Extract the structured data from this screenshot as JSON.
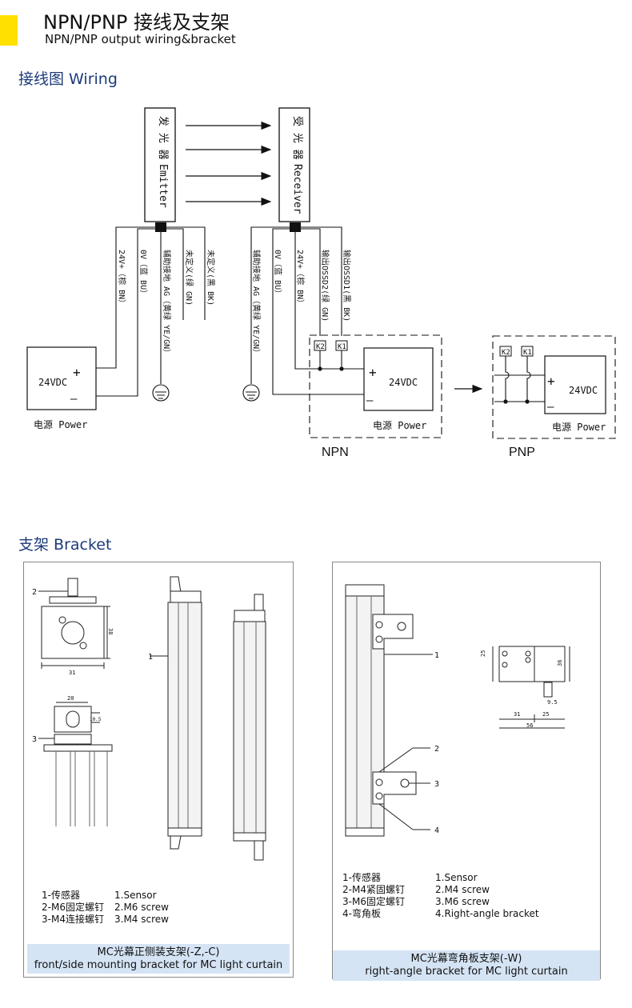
{
  "header": {
    "title_cn": "NPN/PNP 接线及支架",
    "title_en": "NPN/PNP output wiring&bracket"
  },
  "wiring": {
    "heading": "接线图 Wiring",
    "emitter_cn": "发 光 器",
    "emitter_en": "Emitter",
    "receiver_cn": "受 光 器",
    "receiver_en": "Receiver",
    "emitter_wires": [
      "24V+（棕 BN）",
      "0V（蓝 BU）",
      "辅助接地 AG（黄绿 YE/GN）",
      "未定义(绿 GN)",
      "未定义(黑 BK)"
    ],
    "receiver_wires": [
      "辅助接地 AG（黄绿 YE/GN）",
      "0V（蓝 BU）",
      "24V+（棕 BN）",
      "输出OSSD2(绿 GN)",
      "输出OSSD1(黑 BK)"
    ],
    "supply_voltage": "24VDC",
    "plus": "+",
    "minus": "—",
    "power_label": "电源 Power",
    "relay_k2": "K2",
    "relay_k1": "K1",
    "npn_label": "NPN",
    "pnp_label": "PNP"
  },
  "bracket": {
    "heading": "支架 Bracket",
    "left_panel": {
      "callouts": [
        "1",
        "2",
        "3"
      ],
      "dims": [
        "38",
        "31",
        "20",
        "10.5"
      ],
      "legend_cn": [
        "1-传感器",
        "2-M6固定螺钉",
        "3-M4连接螺钉"
      ],
      "legend_en": [
        "1.Sensor",
        "2.M6 screw",
        "3.M4 screw"
      ],
      "caption_cn": "MC光幕正侧装支架(-Z,-C)",
      "caption_en": "front/side mounting bracket for MC light curtain"
    },
    "right_panel": {
      "callouts": [
        "1",
        "2",
        "3",
        "4"
      ],
      "dims": [
        "25",
        "36",
        "9.5",
        "31",
        "25",
        "56"
      ],
      "legend_cn": [
        "1-传感器",
        "2-M4紧固螺钉",
        "3-M6固定螺钉",
        "4-弯角板"
      ],
      "legend_en": [
        "1.Sensor",
        "2.M4 screw",
        "3.M6 screw",
        "4.Right-angle bracket"
      ],
      "caption_cn": "MC光幕弯角板支架(-W)",
      "caption_en": "right-angle bracket for MC light curtain"
    }
  }
}
